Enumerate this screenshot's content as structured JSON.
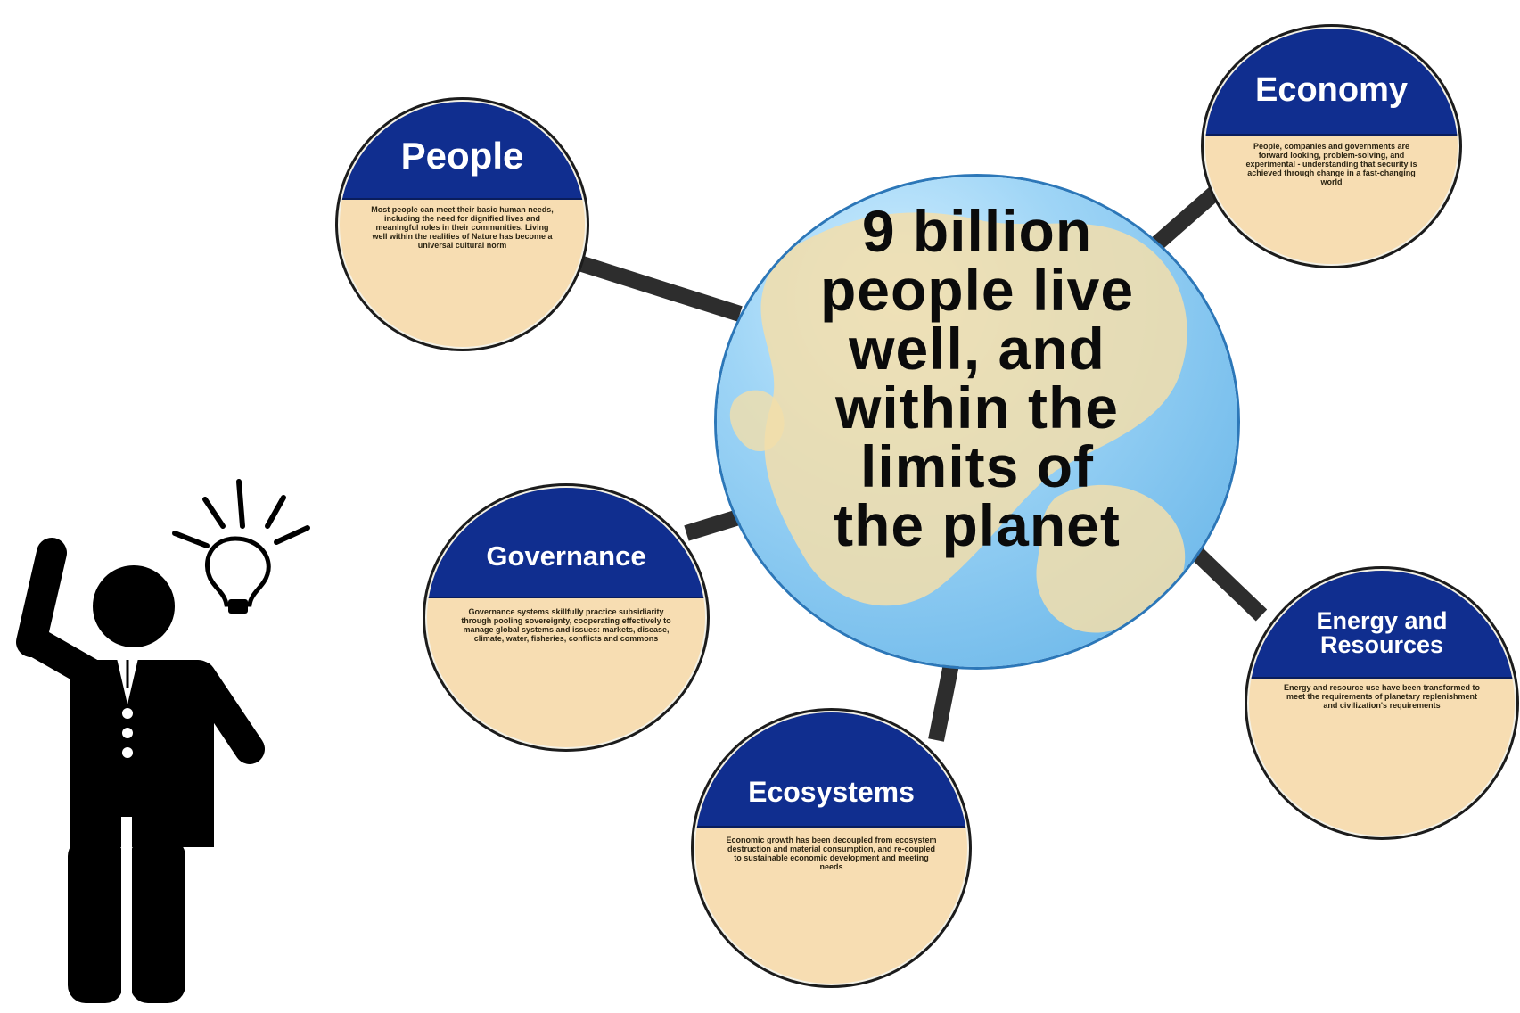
{
  "center": {
    "text": "9 billion\npeople live\nwell, and\nwithin the\nlimits of\nthe planet"
  },
  "nodes": {
    "people": {
      "title": "People",
      "text": "Most people can meet their basic human needs, including the need for dignified lives and meaningful roles in their communities. Living well within the realities of Nature has become a universal cultural norm"
    },
    "economy": {
      "title": "Economy",
      "text": "People, companies and governments are forward looking, problem-solving, and experimental - understanding that security is achieved through change in a fast-changing world"
    },
    "governance": {
      "title": "Governance",
      "text": "Governance systems skillfully practice subsidiarity through pooling sovereignty, cooperating effectively to manage global systems and issues: markets, disease, climate, water, fisheries, conflicts and commons"
    },
    "energy": {
      "title": "Energy and\nResources",
      "text": "Energy and resource use have been transformed to meet the requirements of planetary replenishment and civilization's requirements"
    },
    "ecosystems": {
      "title": "Ecosystems",
      "text": "Economic growth has been decoupled from ecosystem destruction and material consumption, and re-coupled to sustainable economic development and meeting needs"
    }
  },
  "colors": {
    "cap": "#102e8f",
    "body": "#f7ddb2",
    "globe": "#7cc4ef",
    "land": "#f3deaa",
    "connector": "#2d2d2d",
    "figure": "#000000"
  },
  "icons": [
    "person-thinking-icon",
    "lightbulb-icon"
  ]
}
